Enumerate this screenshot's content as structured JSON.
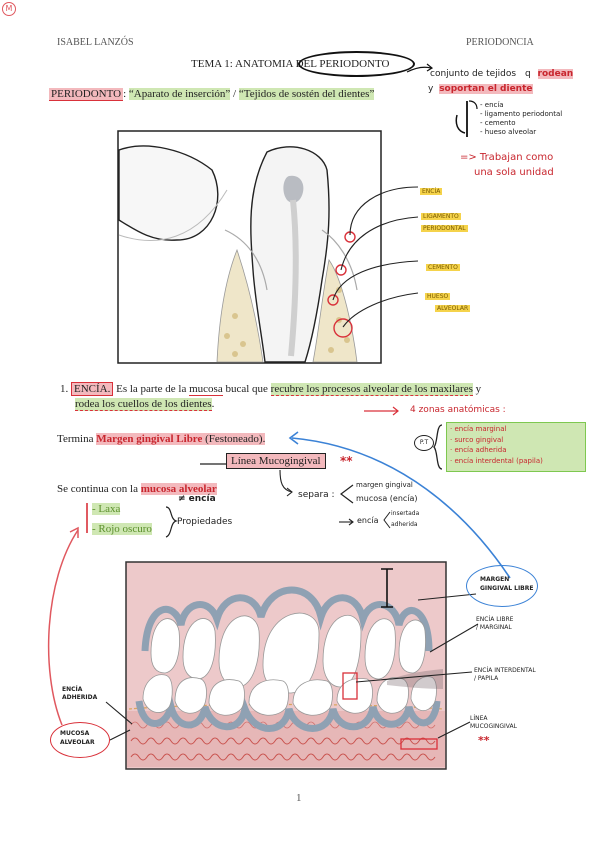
{
  "header": {
    "badge": "M",
    "author": "ISABEL LANZÓS",
    "subject": "PERIODONCIA"
  },
  "title": {
    "prefix": "TEMA 1: ANATOMIA DEL ",
    "circled": "PERIODONTO"
  },
  "definition": {
    "term": "PERIODONTO",
    "colon": ": ",
    "quote1": "“Aparato de inserción”",
    "slash": " / ",
    "quote2": "“Tejidos de sostén del dientes”"
  },
  "side_note": {
    "line1_a": "conjunto de tejidos",
    "line1_b": "q",
    "line1_c": "rodean",
    "line2_a": "y",
    "line2_b": "soportan el diente",
    "items": [
      "encía",
      "ligamento periodontal",
      "cemento",
      "hueso alveolar"
    ],
    "arrow_note_1": "=> Trabajan como",
    "arrow_note_2": "una sola unidad"
  },
  "diagram1_labels": {
    "encia": "ENCÍA",
    "ligamento_1": "LIGAMENTO",
    "ligamento_2": "PERIODONTAL",
    "cemento": "CEMENTO",
    "hueso_1": "HUESO",
    "hueso_2": "ALVEOLAR"
  },
  "encia_section": {
    "number": "1.",
    "term": "ENCÍA.",
    "text1": " Es la parte de la ",
    "mucosa": "mucosa",
    "text2": " bucal que ",
    "recubre": "recubre los procesos alveolar de los maxilares",
    "text3": " y",
    "line2": "rodea los cuellos de los dientes",
    "line2_end": ".",
    "zonas": "4 zonas anatómicas :",
    "pt_label": "P.T",
    "zonas_items": [
      "encía marginal",
      "surco gingival",
      "encía adherida",
      "encía interdental  (papila)"
    ]
  },
  "termina": {
    "prefix": "Termina ",
    "term": "Margen gingival Libre",
    "suffix": " (Festoneado)."
  },
  "mucogingival": {
    "label": "Línea Mucogingival",
    "stars": "**",
    "separa": "separa :",
    "sep_1": "margen gingival",
    "sep_2": "mucosa (encía)",
    "encia_arrow": "encía",
    "encia_1": "insertada",
    "encia_2": "adherida"
  },
  "continua": {
    "prefix": "Se continua con la ",
    "term": "mucosa alveolar",
    "neq": "≠ encía",
    "items": [
      "- Laxa",
      "- Rojo oscuro"
    ],
    "propiedades": "Propiedades"
  },
  "diagram2_labels": {
    "margen_1": "MARGEN",
    "margen_2": "GINGIVAL LIBRE",
    "libre_1": "ENCÍA LIBRE",
    "libre_2": "/ MARGINAL",
    "inter_1": "ENCÍA INTERDENTAL",
    "inter_2": "/ PAPILA",
    "linea_1": "LÍNEA",
    "linea_2": "MUCOGINGIVAL",
    "stars": "**",
    "adherida_1": "ENCÍA",
    "adherida_2": "ADHERIDA",
    "mucosa_1": "MUCOSA",
    "mucosa_2": "ALVEOLAR"
  },
  "footer": {
    "page": "1"
  },
  "colors": {
    "accent_red": "#d9313a",
    "highlight_green": "#cfe7b3",
    "highlight_red": "#f3b9bd",
    "label_yellow": "#f5d34b",
    "blue_arrow": "#3b82d6"
  }
}
